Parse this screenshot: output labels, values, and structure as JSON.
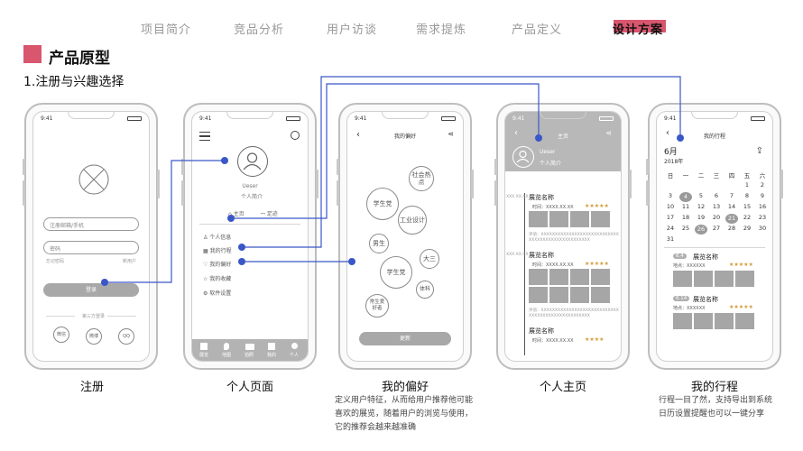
{
  "nav": {
    "items": [
      "项目简介",
      "竞品分析",
      "用户访谈",
      "需求提炼",
      "产品定义",
      "设计方案"
    ],
    "active_index": 5
  },
  "colors": {
    "accent": "#d9566f",
    "connector": "#3a57c8",
    "wire_gray": "#a8a8a8"
  },
  "section": {
    "title": "产品原型",
    "subtitle": "1.注册与兴趣选择"
  },
  "status_time": "9:41",
  "phones": {
    "register": {
      "email_placeholder": "注册邮箱/手机",
      "password_placeholder": "密码",
      "remember": "忘记密码",
      "new_user": "新用户",
      "login": "登录",
      "third_party": "第三方登录",
      "third_icons": [
        "微信",
        "微博",
        "QQ"
      ]
    },
    "profile": {
      "user_name": "Ueser",
      "user_intro": "个人简介",
      "tab_home": "主页",
      "tab_footprint": "足迹",
      "menu": [
        "个人信息",
        "我的行程",
        "我的偏好",
        "我的收藏",
        "软件设置"
      ],
      "bottom_tabs": [
        "展览",
        "地图",
        "拍照",
        "我的",
        "个人"
      ]
    },
    "preference": {
      "title": "我的偏好",
      "bubbles": [
        "社会热点",
        "学生党",
        "工业设计",
        "男生",
        "大三",
        "学生党",
        "体科",
        "常生爱好者"
      ],
      "update": "更新"
    },
    "home": {
      "title": "主页",
      "user_name": "Ueser",
      "user_intro": "个人简介",
      "timeline_label": "XXX.XX.XX",
      "exhibit_name": "展览名称",
      "time_text": "时间：XXXX.XX.XX",
      "comment": "评语：XXXXXXXXXXXXXXXXXXXXXXXXXXXXXXXXXXXXXXXXXXXXXXXXXX",
      "stars": "★★★★★",
      "stars4": "★★★★"
    },
    "itinerary": {
      "title": "我的行程",
      "month": "6月",
      "year": "2018年",
      "weekdays": [
        "日",
        "一",
        "二",
        "三",
        "四",
        "五",
        "六"
      ],
      "weeks": [
        [
          "",
          "",
          "",
          "",
          "",
          "1",
          "2"
        ],
        [
          "3",
          "4",
          "5",
          "6",
          "7",
          "8",
          "9"
        ],
        [
          "10",
          "11",
          "12",
          "13",
          "14",
          "15",
          "16"
        ],
        [
          "17",
          "18",
          "19",
          "20",
          "21",
          "22",
          "23"
        ],
        [
          "24",
          "25",
          "26",
          "27",
          "28",
          "29",
          "30"
        ],
        [
          "31",
          "",
          "",
          "",
          "",
          "",
          ""
        ]
      ],
      "highlighted": [
        "4",
        "21",
        "26"
      ],
      "events": [
        {
          "date": "6.4",
          "name": "展览名称",
          "place": "地点：XXXXXX"
        },
        {
          "date": "6.14",
          "name": "展览名称",
          "place": "地点：XXXXXX"
        }
      ],
      "stars": "★★★★★"
    }
  },
  "captions": {
    "register": "注册",
    "profile": "个人页面",
    "preference": "我的偏好",
    "home": "个人主页",
    "itinerary": "我的行程"
  },
  "descriptions": {
    "preference": [
      "定义用户特征，从而给用户推荐他可能",
      "喜欢的展览，随着用户的浏览与使用，",
      "它的推荐会越来越准确"
    ],
    "itinerary": [
      "行程一目了然，支持导出到系统",
      "日历设置提醒也可以一键分享"
    ]
  }
}
